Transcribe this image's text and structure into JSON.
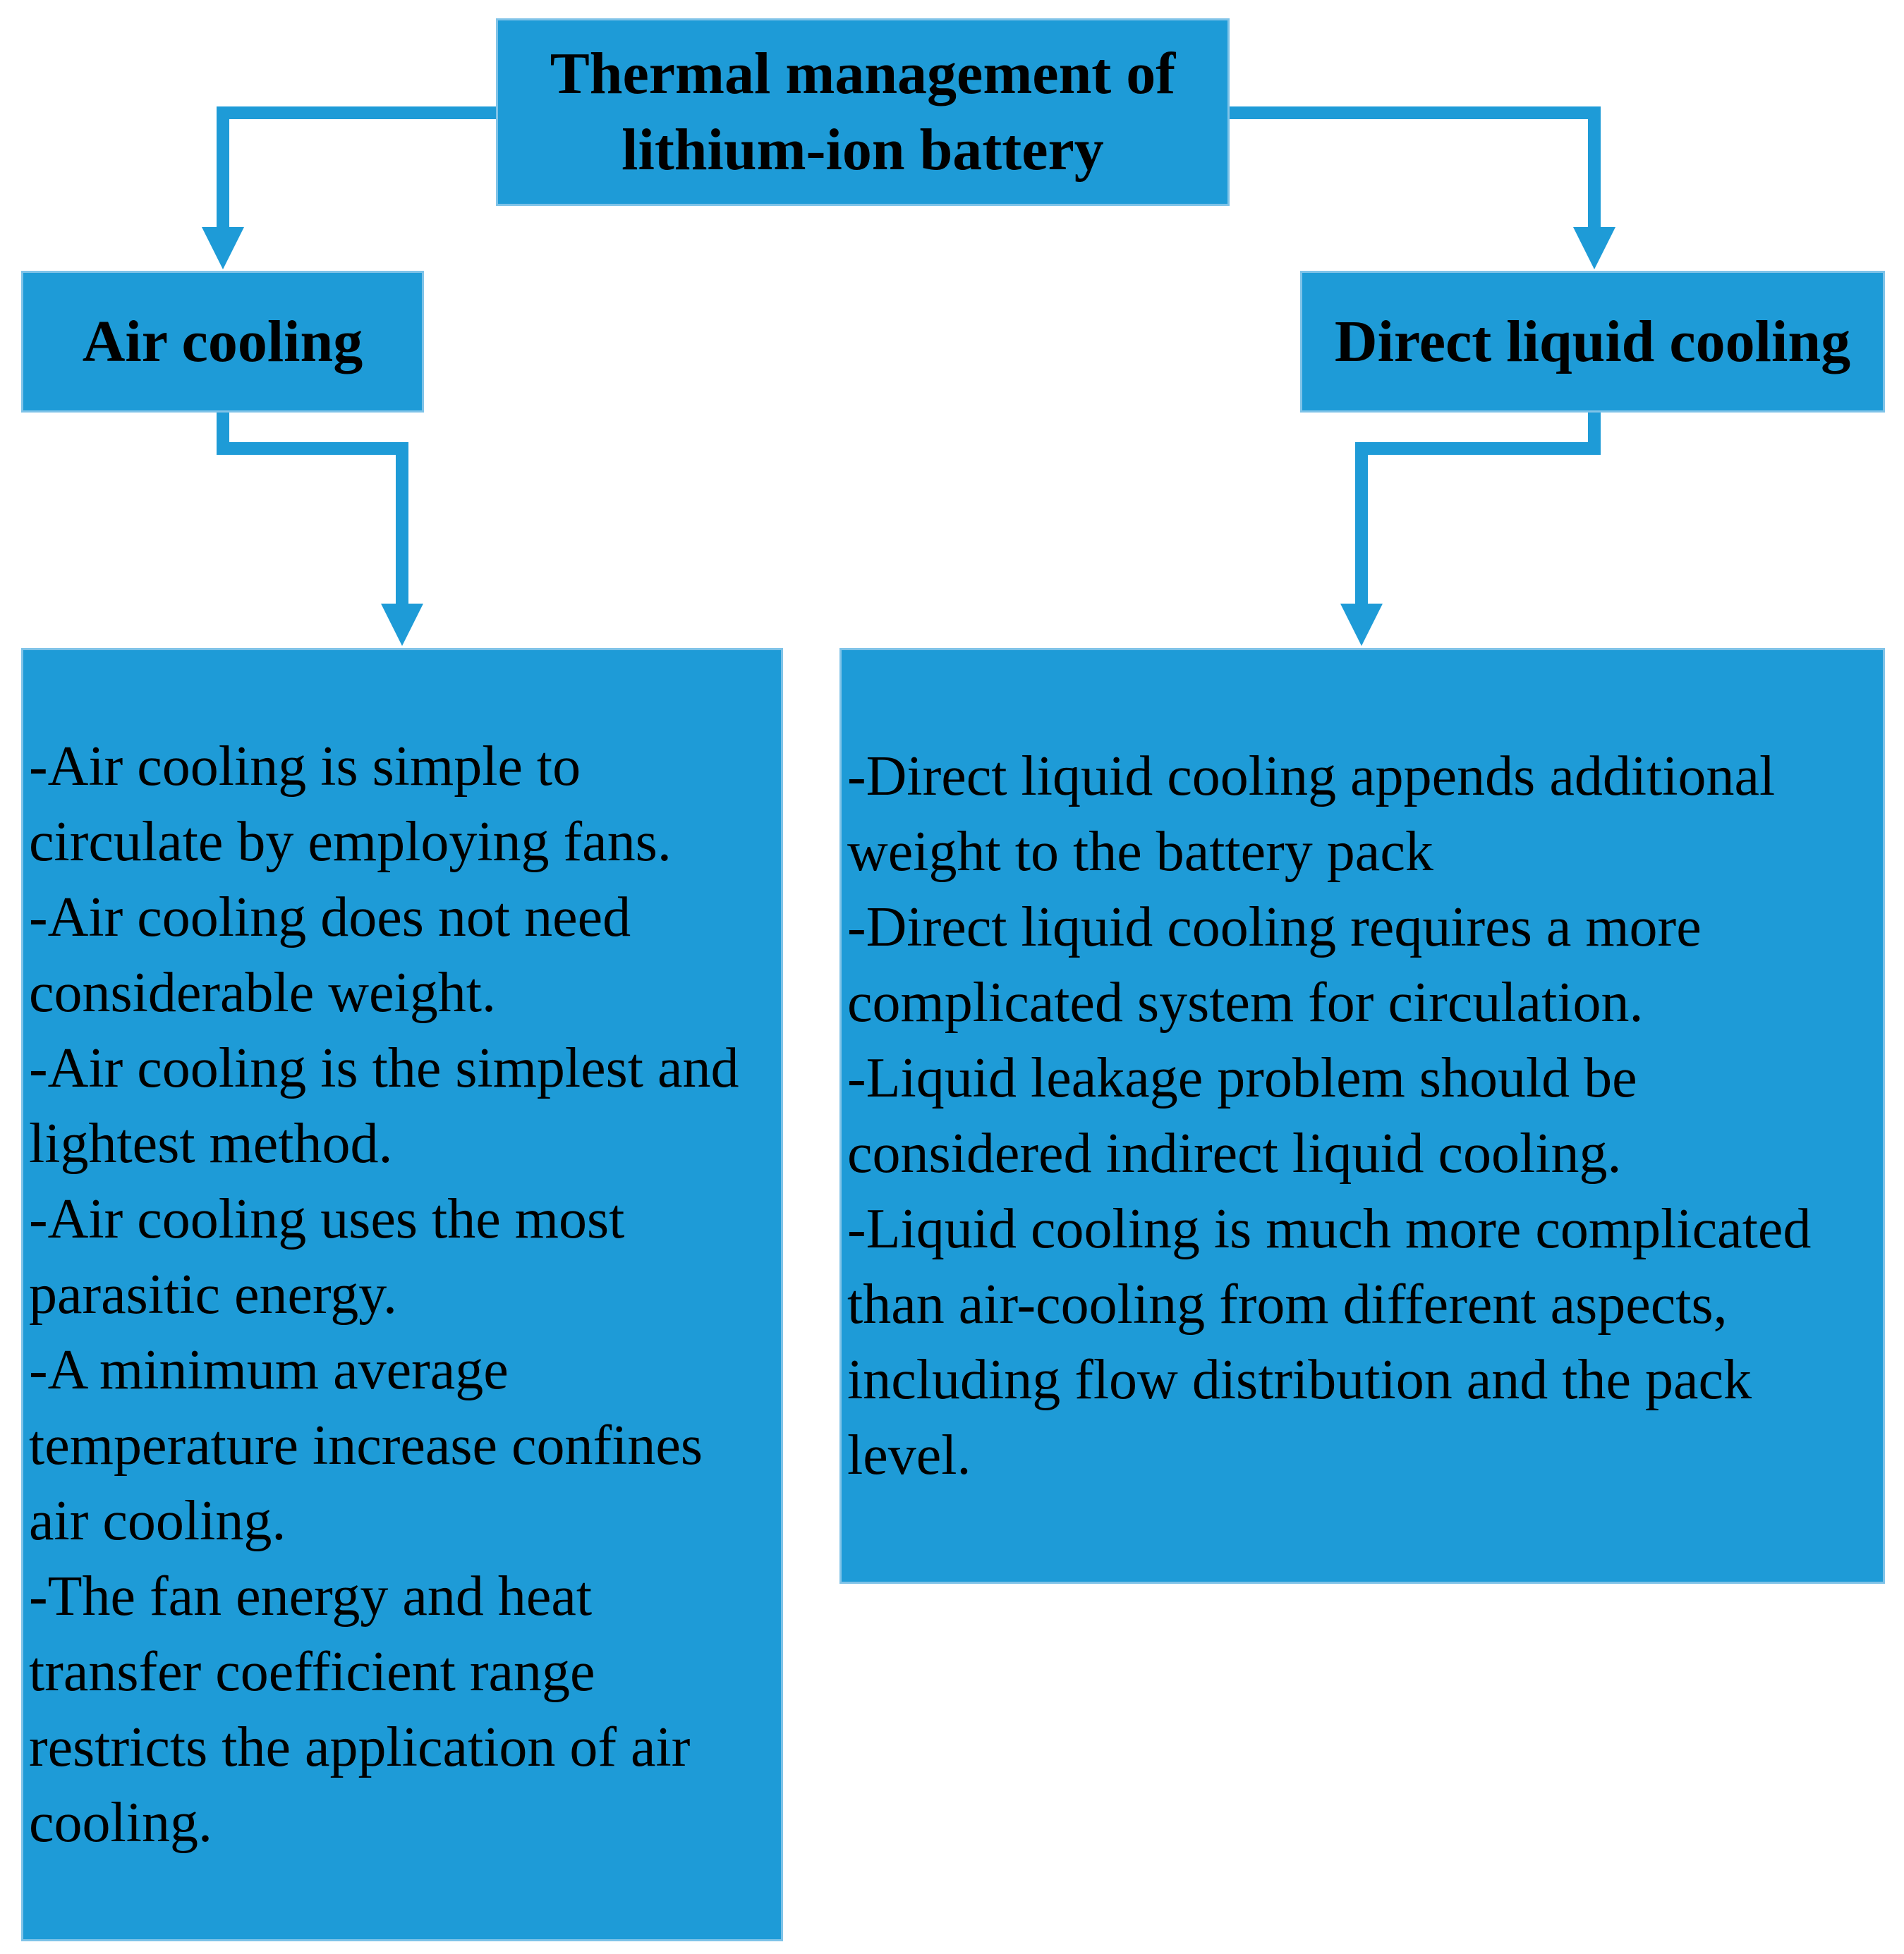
{
  "colors": {
    "box_fill": "#1e9bd7",
    "arrow": "#1e9bd7",
    "text": "#000000"
  },
  "root": {
    "line1": "Thermal management of",
    "line2": "lithium-ion battery"
  },
  "branches": {
    "air": {
      "title": "Air cooling",
      "items": [
        "-Air cooling is simple to circulate by employing fans.",
        "-Air cooling does not need considerable weight.",
        "-Air cooling is the simplest and lightest method.",
        "-Air cooling uses the most parasitic energy.",
        "-A minimum average temperature increase confines air cooling.",
        "-The fan energy and heat transfer coefficient range restricts the application of air cooling."
      ]
    },
    "liquid": {
      "title": "Direct liquid cooling",
      "items": [
        "-Direct liquid cooling appends additional weight to the battery pack",
        "-Direct liquid cooling requires a more complicated system for circulation.",
        "-Liquid leakage problem should be considered indirect liquid cooling.",
        "-Liquid cooling is much more complicated than air-cooling from different aspects, including flow distribution and the pack level."
      ]
    }
  }
}
